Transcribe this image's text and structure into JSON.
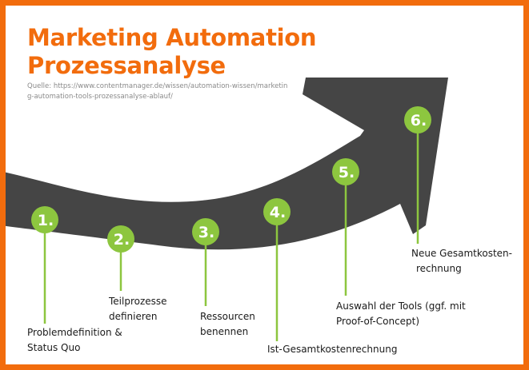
{
  "title": {
    "line1": "Marketing Automation",
    "line2": "Prozessanalyse"
  },
  "source": "Quelle: https://www.contentmanager.de/wissen/automation-wissen/marketing-automation-tools-prozessanalyse-ablauf/",
  "colors": {
    "accent": "#f26c0d",
    "arrow": "#454545",
    "step": "#8dc63f"
  },
  "steps": [
    {
      "number": "1.",
      "label_lines": [
        "Problemdefinition &",
        "Status Quo"
      ]
    },
    {
      "number": "2.",
      "label_lines": [
        "Teilprozesse",
        "definieren"
      ]
    },
    {
      "number": "3.",
      "label_lines": [
        "Ressourcen",
        "benennen"
      ]
    },
    {
      "number": "4.",
      "label_lines": [
        "Ist-Gesamtkostenrechnung"
      ]
    },
    {
      "number": "5.",
      "label_lines": [
        "Auswahl der Tools (ggf. mit",
        "Proof-of-Concept)"
      ]
    },
    {
      "number": "6.",
      "label_lines": [
        "Neue Gesamtkosten-",
        "rechnung"
      ]
    }
  ]
}
